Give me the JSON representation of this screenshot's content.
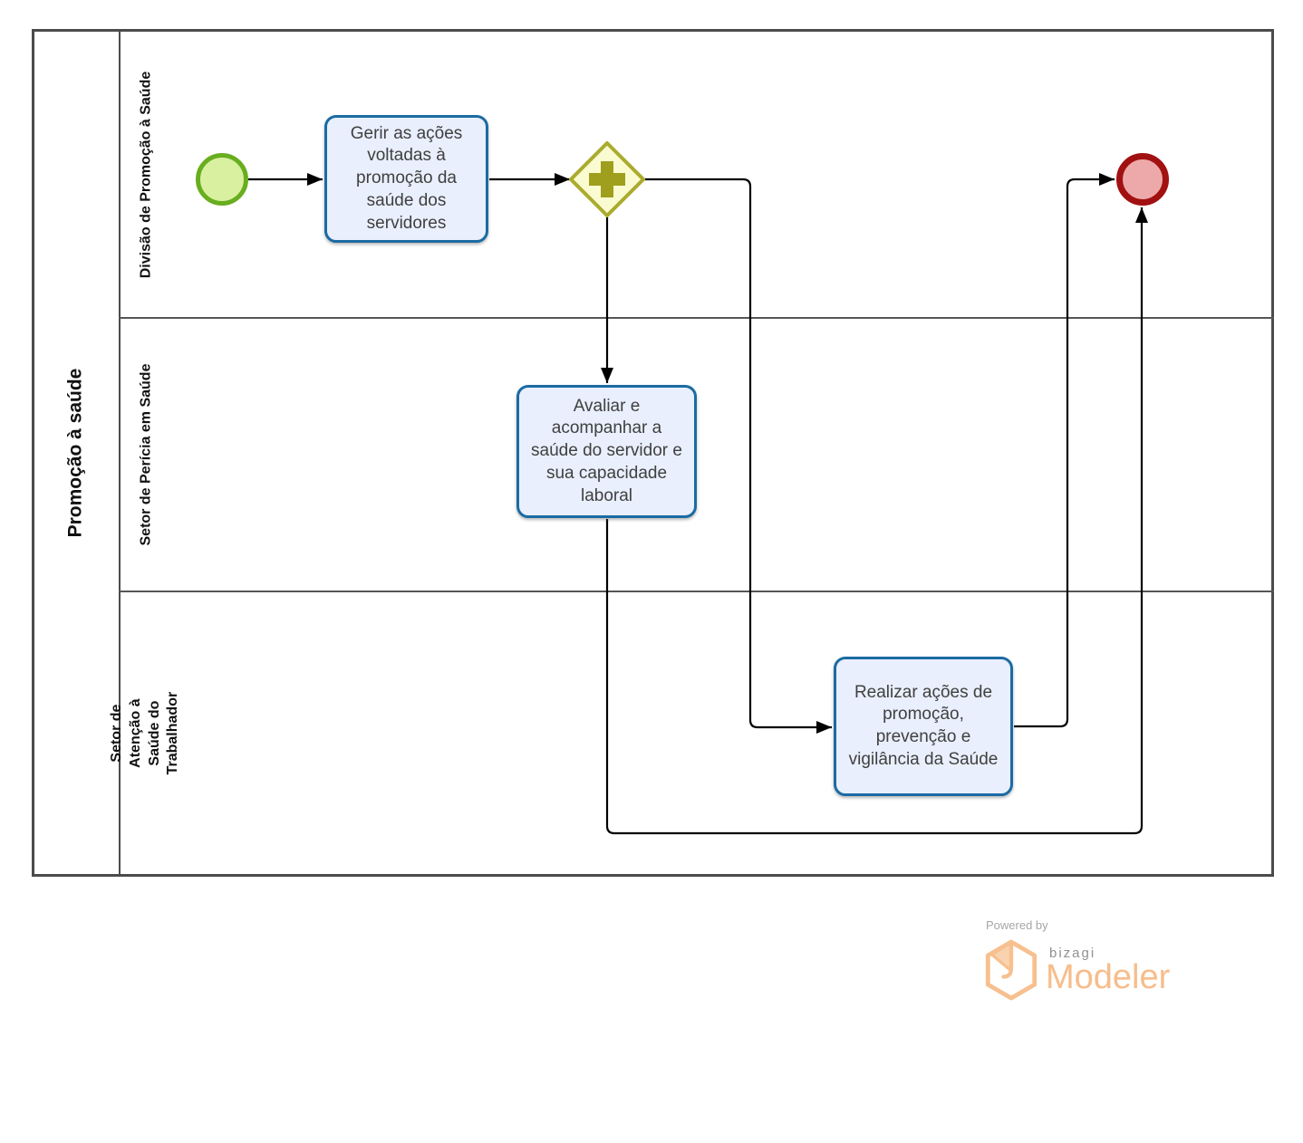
{
  "diagram": {
    "pool": {
      "title": "Promoção à saúde",
      "lanes": [
        {
          "label": "Divisão de Promoção à Saúde"
        },
        {
          "label": "Setor de Perícia em Saúde"
        },
        {
          "label": "Setor de Atenção à Saúde do Trabalhador"
        }
      ]
    },
    "tasks": [
      {
        "id": "task-gerir",
        "lane": 0,
        "label": "Gerir as ações voltadas à promoção da saúde dos servidores"
      },
      {
        "id": "task-avaliar",
        "lane": 1,
        "label": "Avaliar e acompanhar a saúde do servidor e sua capacidade laboral"
      },
      {
        "id": "task-realizar",
        "lane": 2,
        "label": "Realizar ações de promoção, prevenção e vigilância da Saúde"
      }
    ],
    "events": [
      {
        "id": "start-event",
        "type": "start",
        "lane": 0
      },
      {
        "id": "end-event",
        "type": "end",
        "lane": 0
      }
    ],
    "gateways": [
      {
        "id": "parallel-gateway",
        "type": "parallel",
        "lane": 0
      }
    ],
    "flows": [
      {
        "from": "start-event",
        "to": "task-gerir"
      },
      {
        "from": "task-gerir",
        "to": "parallel-gateway"
      },
      {
        "from": "parallel-gateway",
        "to": "task-realizar"
      },
      {
        "from": "parallel-gateway",
        "to": "task-avaliar"
      },
      {
        "from": "task-avaliar",
        "to": "end-event"
      },
      {
        "from": "task-realizar",
        "to": "end-event"
      }
    ]
  },
  "footer": {
    "powered_by": "Powered by",
    "brand": "bizagi",
    "product": "Modeler"
  },
  "colors": {
    "task_fill": "#e9effc",
    "task_border": "#1b6ba3",
    "start_fill": "#d9f0a1",
    "start_border": "#68ae1f",
    "end_fill": "#eda9a9",
    "end_border": "#a21111",
    "gateway_fill": "#fbfbd2",
    "gateway_border": "#abab2e",
    "flow_line": "#000000",
    "pool_border": "#4b4b4b",
    "logo_orange": "#f7bd8b"
  }
}
